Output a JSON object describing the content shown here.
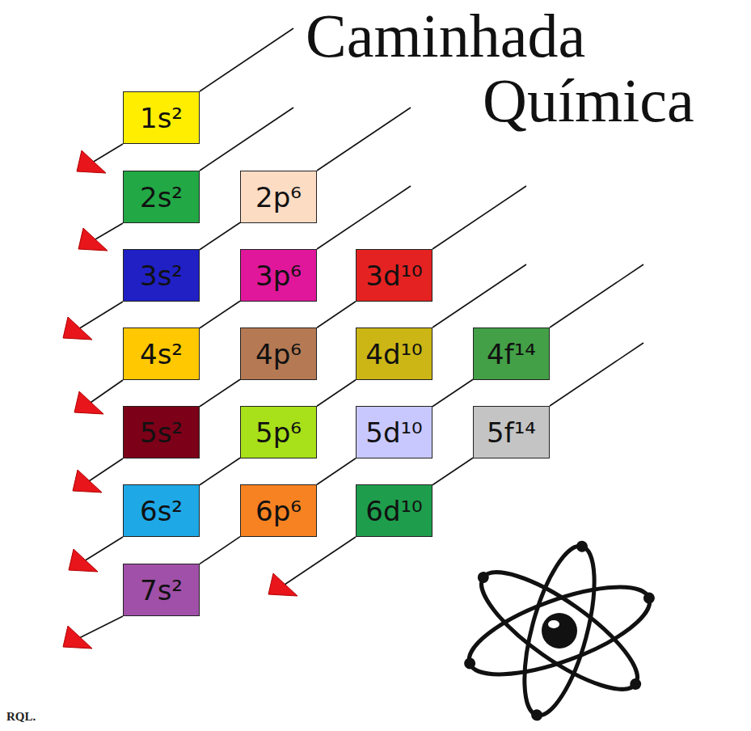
{
  "diagram": {
    "title": "Caminhada Química",
    "nodes": [
      {
        "text": [
          "1s²"
        ]
      },
      {
        "text": [
          "2s²"
        ]
      },
      {
        "text": [
          "2p⁶"
        ]
      },
      {
        "text": [
          "3s²"
        ]
      },
      {
        "text": [
          "3p⁶"
        ]
      },
      {
        "text": [
          "3d¹⁰"
        ]
      },
      {
        "text": [
          "4s²"
        ]
      },
      {
        "text": [
          "4p⁶"
        ]
      },
      {
        "text": [
          "4d¹⁰"
        ]
      },
      {
        "text": [
          "4f¹⁴"
        ]
      },
      {
        "text": [
          "5s²"
        ]
      },
      {
        "text": [
          "5p⁶"
        ]
      },
      {
        "text": [
          "5d¹⁰"
        ]
      },
      {
        "text": [
          "5f¹⁴"
        ]
      },
      {
        "text": [
          "6s²"
        ]
      },
      {
        "text": [
          "6p⁶"
        ]
      },
      {
        "text": [
          "6d¹⁰"
        ]
      },
      {
        "text": [
          "7s²"
        ]
      }
    ],
    "edges": [
      {
        "from": 2,
        "to": 3,
        "arrow": "none"
      },
      {
        "from": 4,
        "to": 6,
        "arrow": "none"
      },
      {
        "from": 5,
        "to": 7,
        "arrow": "none"
      },
      {
        "from": 7,
        "to": 10,
        "arrow": "none"
      },
      {
        "from": 8,
        "to": 11,
        "arrow": "none"
      },
      {
        "from": 11,
        "to": 14,
        "arrow": "none"
      },
      {
        "from": 9,
        "to": 12,
        "arrow": "none"
      },
      {
        "from": 12,
        "to": 15,
        "arrow": "none"
      },
      {
        "from": 15,
        "to": 17,
        "arrow": "none"
      },
      {
        "from": 13,
        "to": 16,
        "arrow": "none"
      }
    ],
    "labels": [
      "RQL."
    ]
  }
}
